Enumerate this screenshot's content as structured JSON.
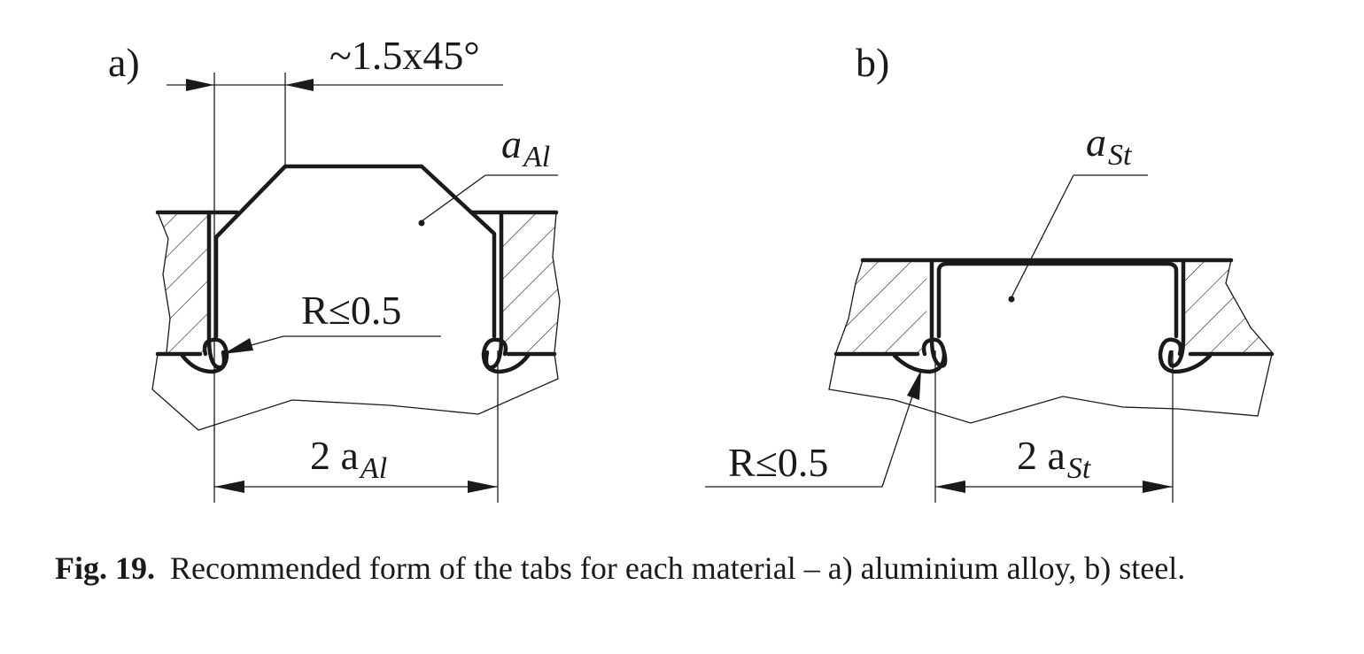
{
  "panel_a": {
    "label": "a)",
    "chamfer": "~1.5x45°",
    "tab_symbol": "a",
    "tab_subscript": "Al",
    "radius": "R≤0.5",
    "width_prefix": "2 a",
    "width_subscript": "Al"
  },
  "panel_b": {
    "label": "b)",
    "tab_symbol": "a",
    "tab_subscript": "St",
    "radius": "R≤0.5",
    "width_prefix": "2 a",
    "width_subscript": "St"
  },
  "caption": {
    "number": "Fig. 19.",
    "text": "Recommended form of the tabs for each material – a) aluminium alloy, b) steel."
  }
}
